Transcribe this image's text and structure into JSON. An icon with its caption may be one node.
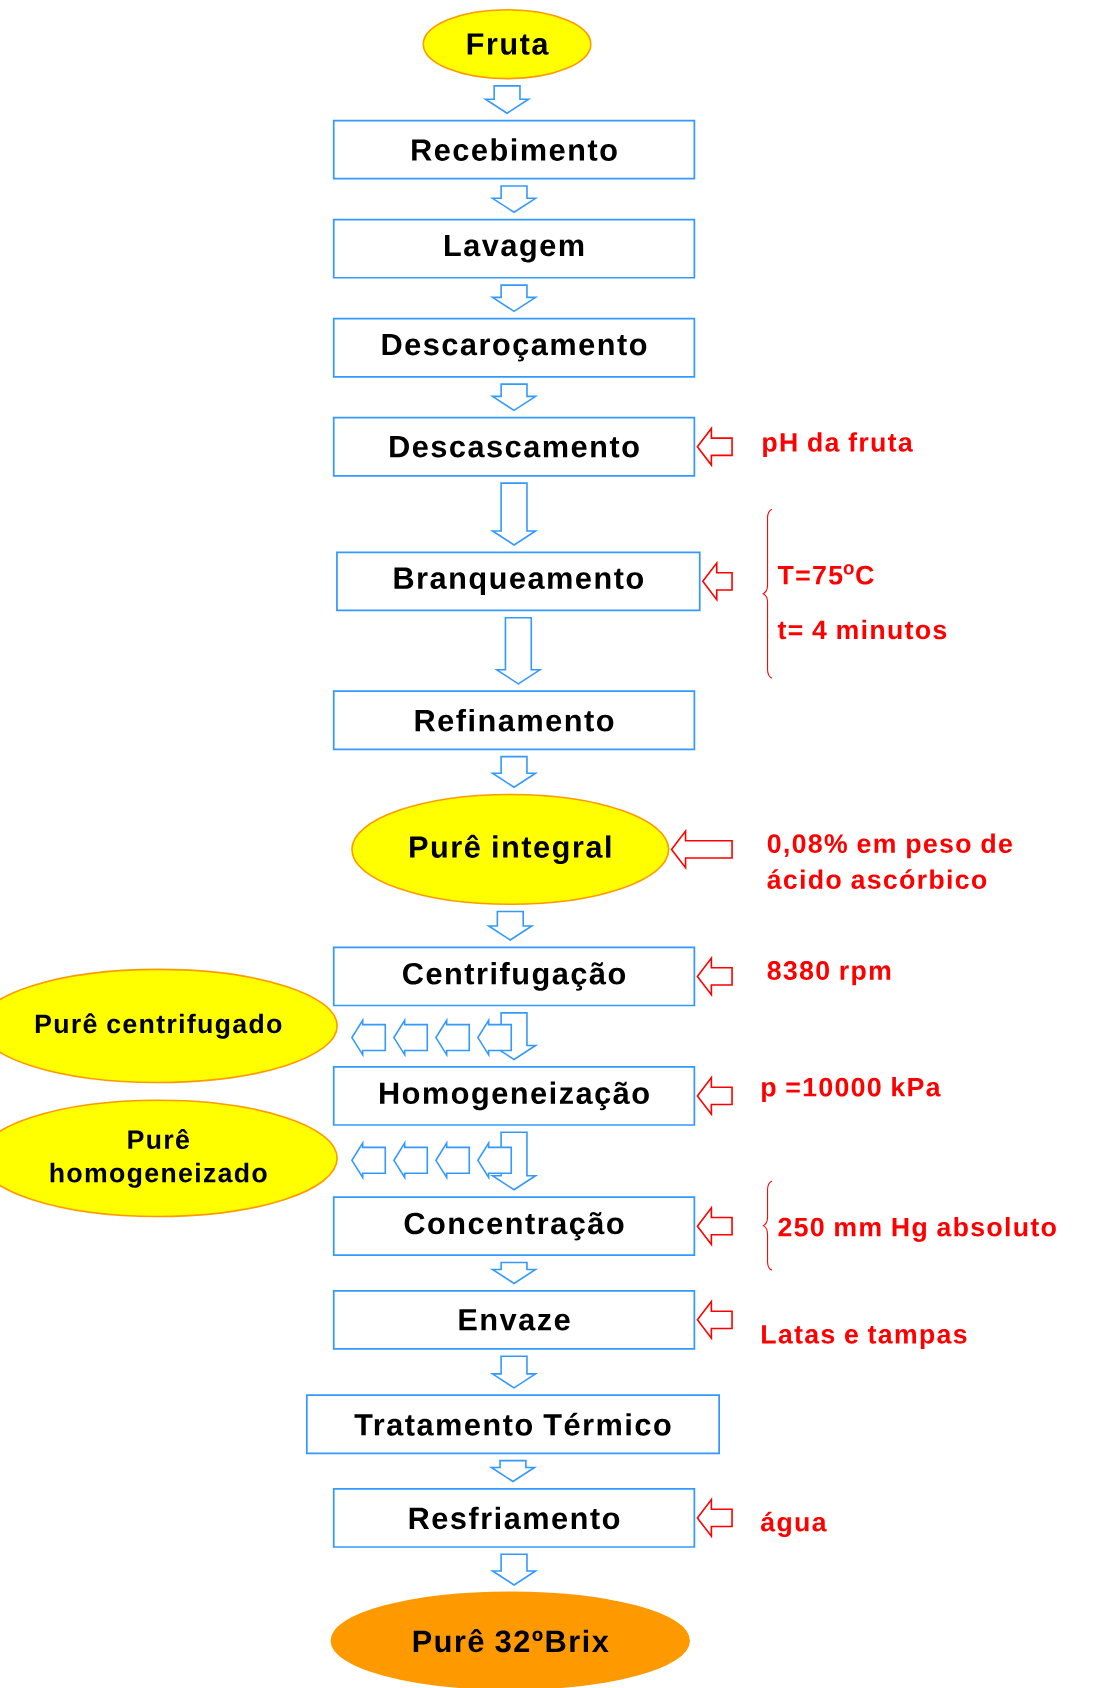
{
  "diagram": {
    "nodes": [
      {
        "text": [
          "Fruta"
        ]
      },
      {
        "text": [
          "Recebimento"
        ]
      },
      {
        "text": [
          "Lavagem"
        ]
      },
      {
        "text": [
          "Descaroçamento"
        ]
      },
      {
        "text": [
          "Descascamento"
        ]
      },
      {
        "text": [
          "Branqueamento"
        ]
      },
      {
        "text": [
          "Refinamento"
        ]
      },
      {
        "text": [
          "Purê integral"
        ]
      },
      {
        "text": [
          "Centrifugação"
        ]
      },
      {
        "text": [
          "Homogeneização"
        ]
      },
      {
        "text": [
          "Concentração"
        ]
      },
      {
        "text": [
          "Envaze"
        ]
      },
      {
        "text": [
          "Tratamento Térmico"
        ]
      },
      {
        "text": [
          "Resfriamento"
        ]
      },
      {
        "text": [
          "Purê 32ºBrix"
        ]
      },
      {
        "text": [
          "Purê centrifugado"
        ]
      },
      {
        "text": [
          "Purê homogeneizado"
        ]
      },
      {
        "text": [
          "pH da fruta"
        ]
      },
      {
        "text": [
          "T=75$^{o}$C",
          "t= 4 minutos"
        ]
      },
      {
        "text": [
          "0,08% em peso de ácido ascórbico"
        ]
      },
      {
        "text": [
          "8380 rpm"
        ]
      },
      {
        "text": [
          "p =10000 kPa"
        ]
      },
      {
        "text": [
          "250 mm Hg absoluto"
        ]
      },
      {
        "text": [
          "Latas e tampas"
        ]
      },
      {
        "text": [
          "água"
        ]
      }
    ],
    "edges": [
      {
        "from": 0,
        "to": 1,
        "arrow": "to"
      },
      {
        "from": 1,
        "to": 2,
        "arrow": "to"
      },
      {
        "from": 2,
        "to": 3,
        "arrow": "to"
      },
      {
        "from": 3,
        "to": 4,
        "arrow": "to"
      },
      {
        "from": 4,
        "to": 5,
        "arrow": "to"
      },
      {
        "from": 5,
        "to": 6,
        "arrow": "to"
      },
      {
        "from": 6,
        "to": 7,
        "arrow": "to"
      },
      {
        "from": 7,
        "to": 8,
        "arrow": "to"
      },
      {
        "from": 8,
        "to": 9,
        "arrow": "to"
      },
      {
        "from": 9,
        "to": 10,
        "arrow": "to"
      },
      {
        "from": 10,
        "to": 11,
        "arrow": "to"
      },
      {
        "from": 11,
        "to": 12,
        "arrow": "to"
      },
      {
        "from": 12,
        "to": 13,
        "arrow": "to"
      },
      {
        "from": 13,
        "to": 14,
        "arrow": "to"
      },
      {
        "from": 8,
        "to": 15,
        "arrow": "to"
      },
      {
        "from": 9,
        "to": 16,
        "arrow": "to"
      },
      {
        "from": 17,
        "to": 4,
        "arrow": "to",
        "color": "#ff0000"
      },
      {
        "from": 18,
        "to": 5,
        "arrow": "to",
        "color": "#ff0000"
      },
      {
        "from": 19,
        "to": 7,
        "arrow": "to",
        "color": "#ff0000"
      },
      {
        "from": 20,
        "to": 8,
        "arrow": "to",
        "color": "#ff0000"
      },
      {
        "from": 21,
        "to": 9,
        "arrow": "to",
        "color": "#ff0000"
      },
      {
        "from": 22,
        "to": 10,
        "arrow": "to",
        "color": "#ff0000"
      },
      {
        "from": 23,
        "to": 11,
        "arrow": "to",
        "color": "#ff0000"
      },
      {
        "from": 24,
        "to": 13,
        "arrow": "to",
        "color": "#ff0000"
      }
    ]
  }
}
